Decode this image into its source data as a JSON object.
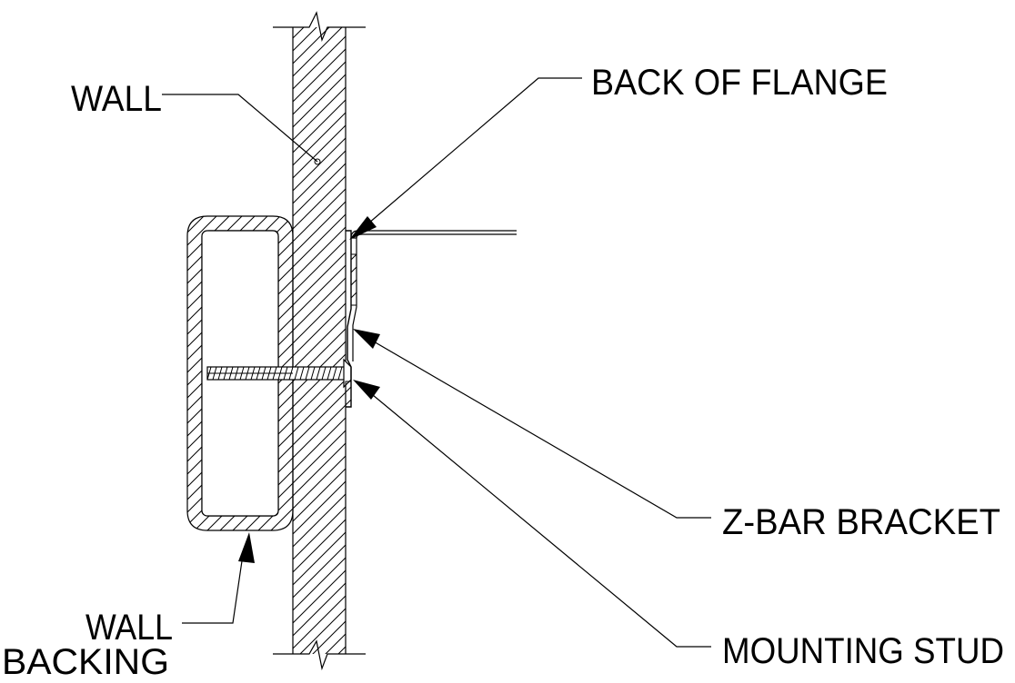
{
  "labels": {
    "wall": "WALL",
    "back_of_flange": "BACK OF FLANGE",
    "z_bar_bracket": "Z-BAR BRACKET",
    "mounting_stud": "MOUNTING STUD",
    "wall_backing_line1": "WALL",
    "wall_backing_line2": "BACKING"
  },
  "colors": {
    "ink": "#000000",
    "background": "#ffffff"
  }
}
